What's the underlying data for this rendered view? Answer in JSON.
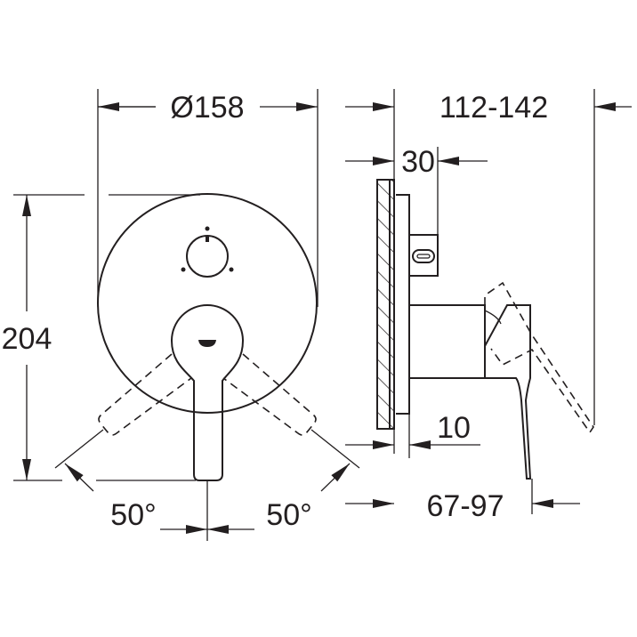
{
  "dimensions": {
    "diameter": "Ø158",
    "height": "204",
    "depth_range": "112-142",
    "box_depth": "30",
    "plate_thickness": "10",
    "lever_range": "67-97",
    "angle_left": "50°",
    "angle_right": "50°"
  },
  "line_color": "#231f20"
}
